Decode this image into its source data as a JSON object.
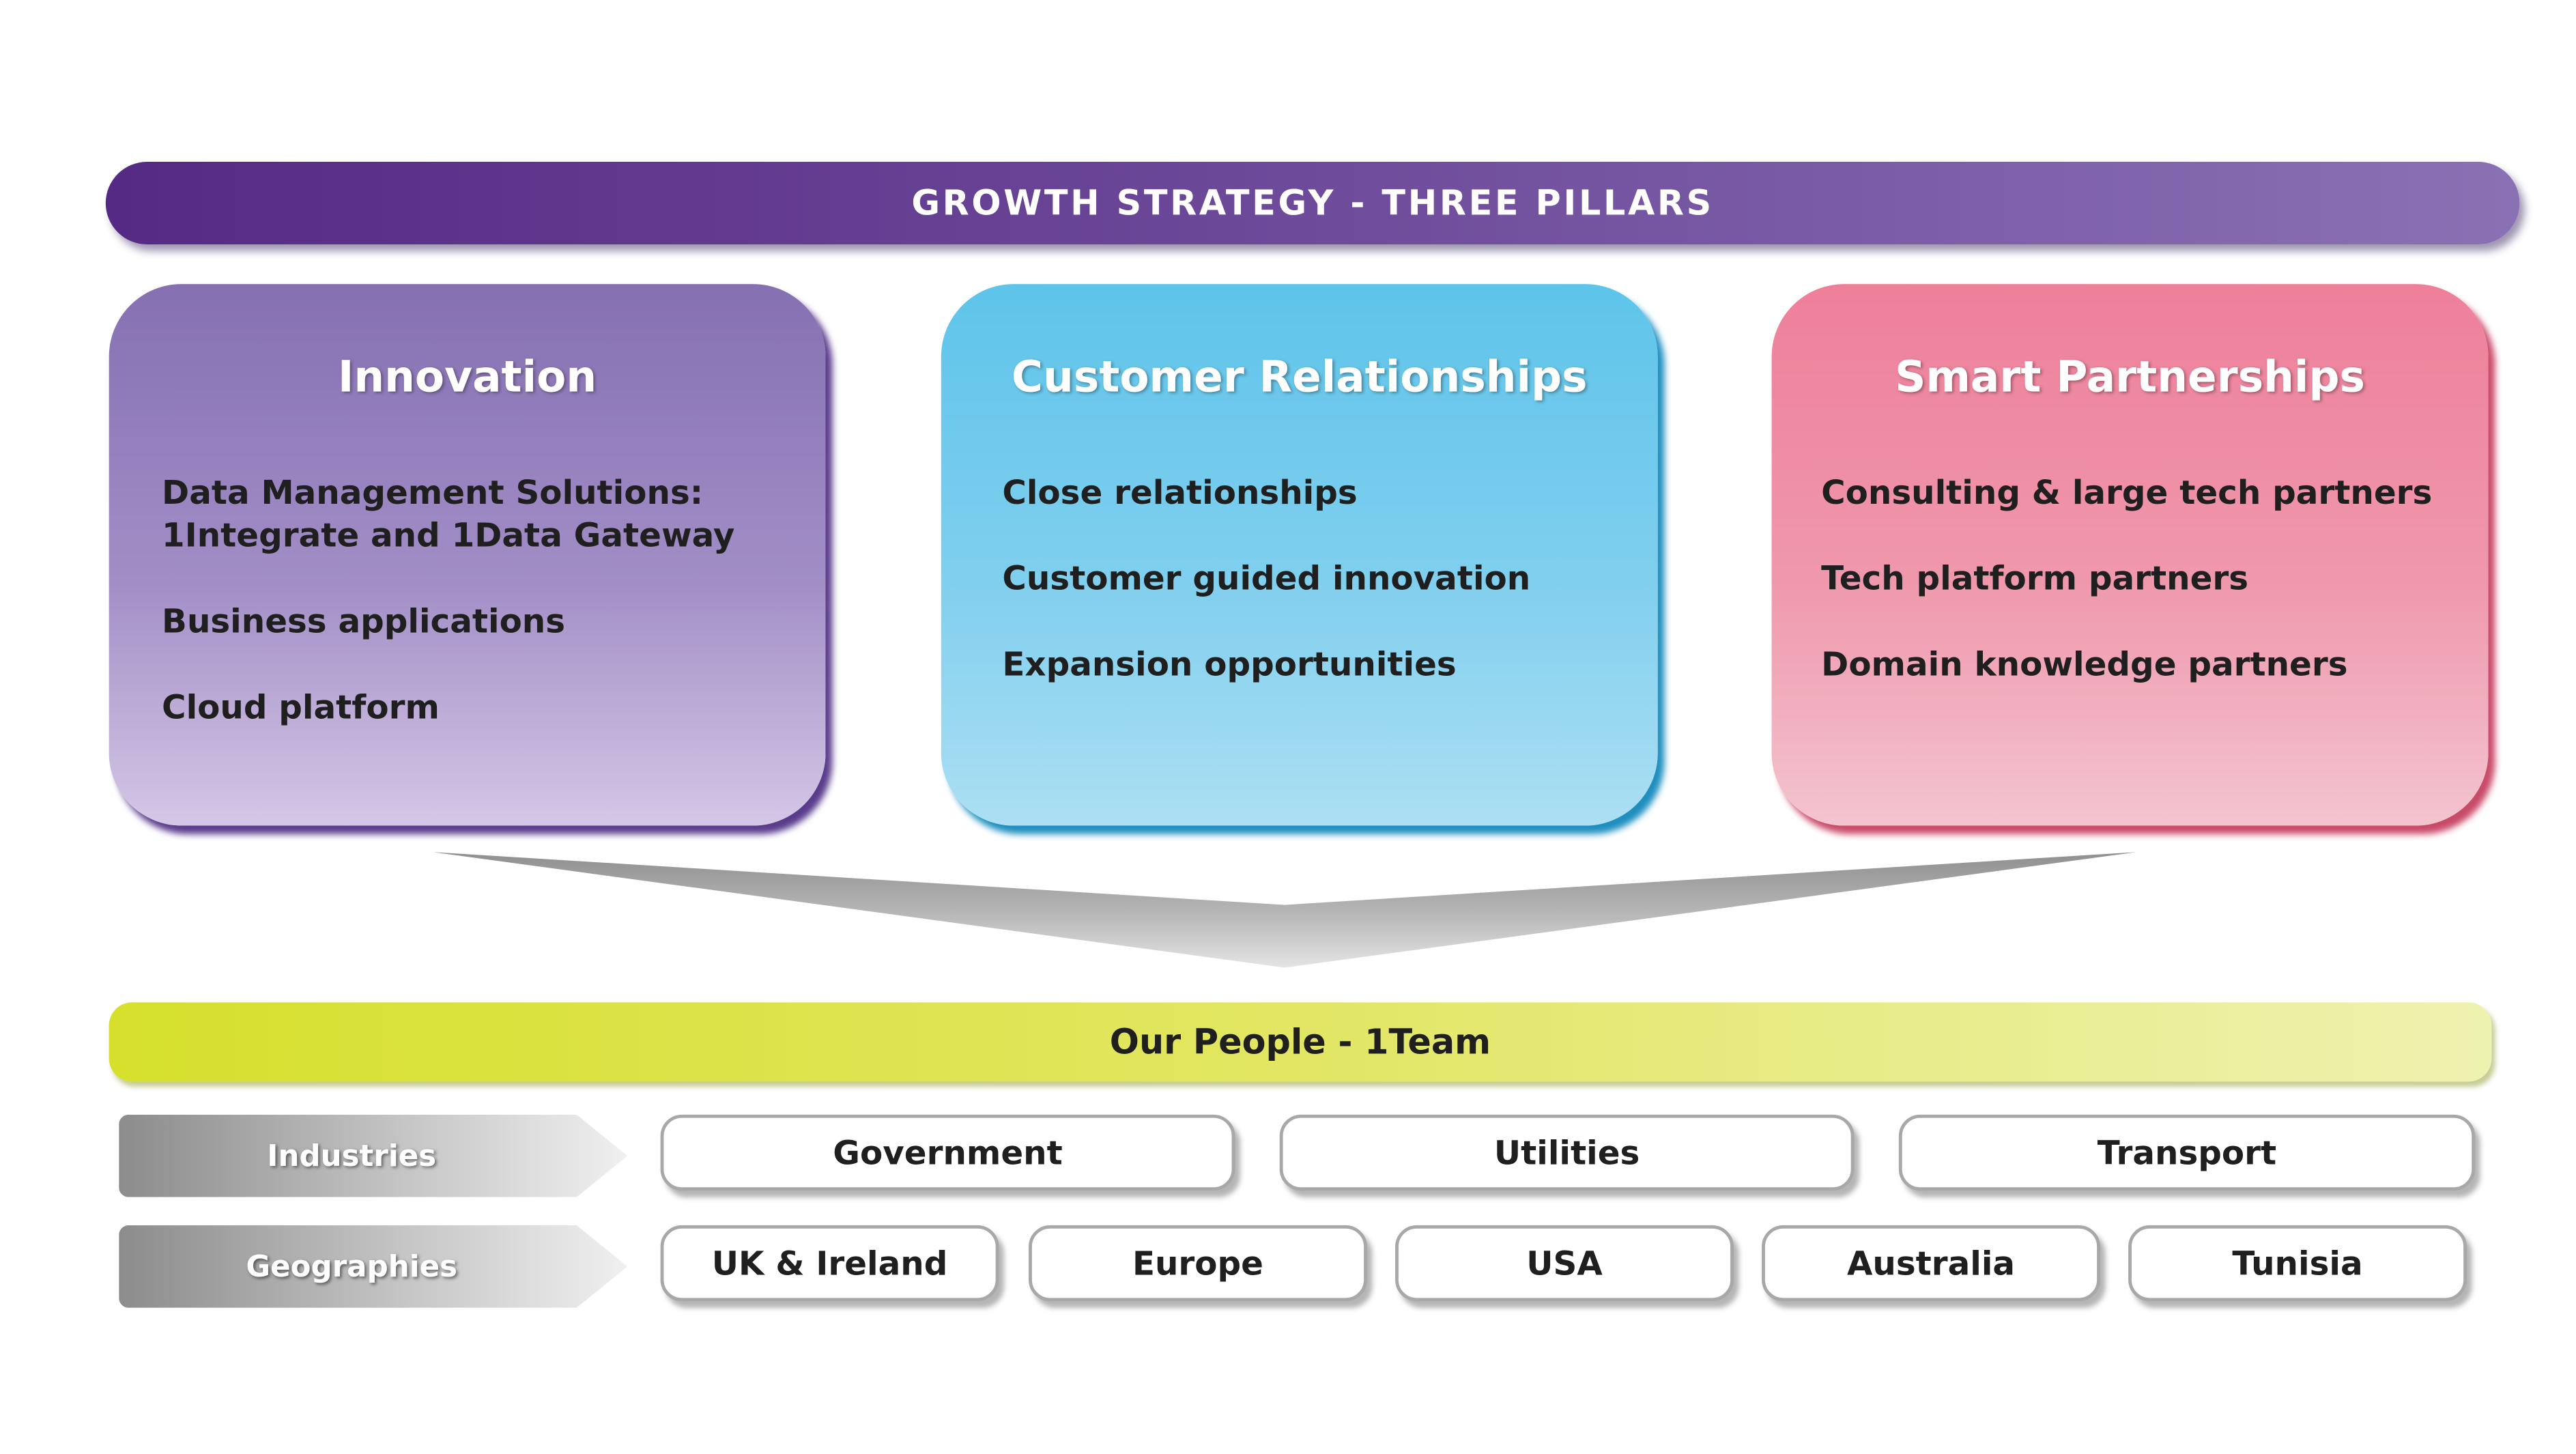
{
  "banner": {
    "title": "GROWTH STRATEGY - THREE PILLARS"
  },
  "pillars": [
    {
      "title": "Innovation",
      "items": [
        "Data Management Solutions:\n1Integrate and 1Data Gateway",
        "Business applications",
        "Cloud platform"
      ]
    },
    {
      "title": "Customer Relationships",
      "items": [
        "Close relationships",
        "Customer guided innovation",
        "Expansion opportunities"
      ]
    },
    {
      "title": "Smart Partnerships",
      "items": [
        "Consulting & large tech partners",
        "Tech platform partners",
        "Domain knowledge partners"
      ]
    }
  ],
  "people": {
    "label": "Our People - 1Team"
  },
  "industries": {
    "label": "Industries",
    "items": [
      "Government",
      "Utilities",
      "Transport"
    ]
  },
  "geographies": {
    "label": "Geographies",
    "items": [
      "UK & Ireland",
      "Europe",
      "USA",
      "Australia",
      "Tunisia"
    ]
  },
  "colors": {
    "banner": "#552a84",
    "innovation": "#8570b2",
    "customer_relationships": "#5ec4ea",
    "smart_partnerships": "#ee7f9a",
    "people": "#d6e02c"
  }
}
